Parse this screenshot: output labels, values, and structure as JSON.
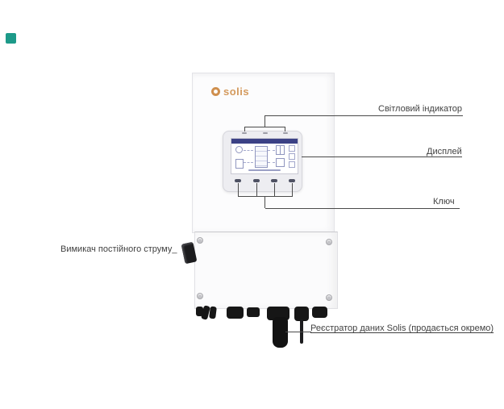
{
  "page": {
    "background": "#ffffff",
    "accent_square_color": "#1d9a89"
  },
  "device": {
    "logo": {
      "text": "solis",
      "color": "#d49a5d"
    },
    "display": {
      "header_bar_color": "#3b4185",
      "diagram_color": "#9096bf"
    }
  },
  "callouts": {
    "light_indicator": {
      "label": "Світловий індикатор"
    },
    "display": {
      "label": "Дисплей"
    },
    "key": {
      "label": "Ключ"
    },
    "dc_switch": {
      "label": "Вимикач постійного струму_"
    },
    "data_logger": {
      "label": "Реєстратор даних Solis (продається окремо)"
    }
  },
  "colors": {
    "callout_line": "#4a4a4a",
    "label_text": "#414141",
    "connector_black": "#161616"
  }
}
